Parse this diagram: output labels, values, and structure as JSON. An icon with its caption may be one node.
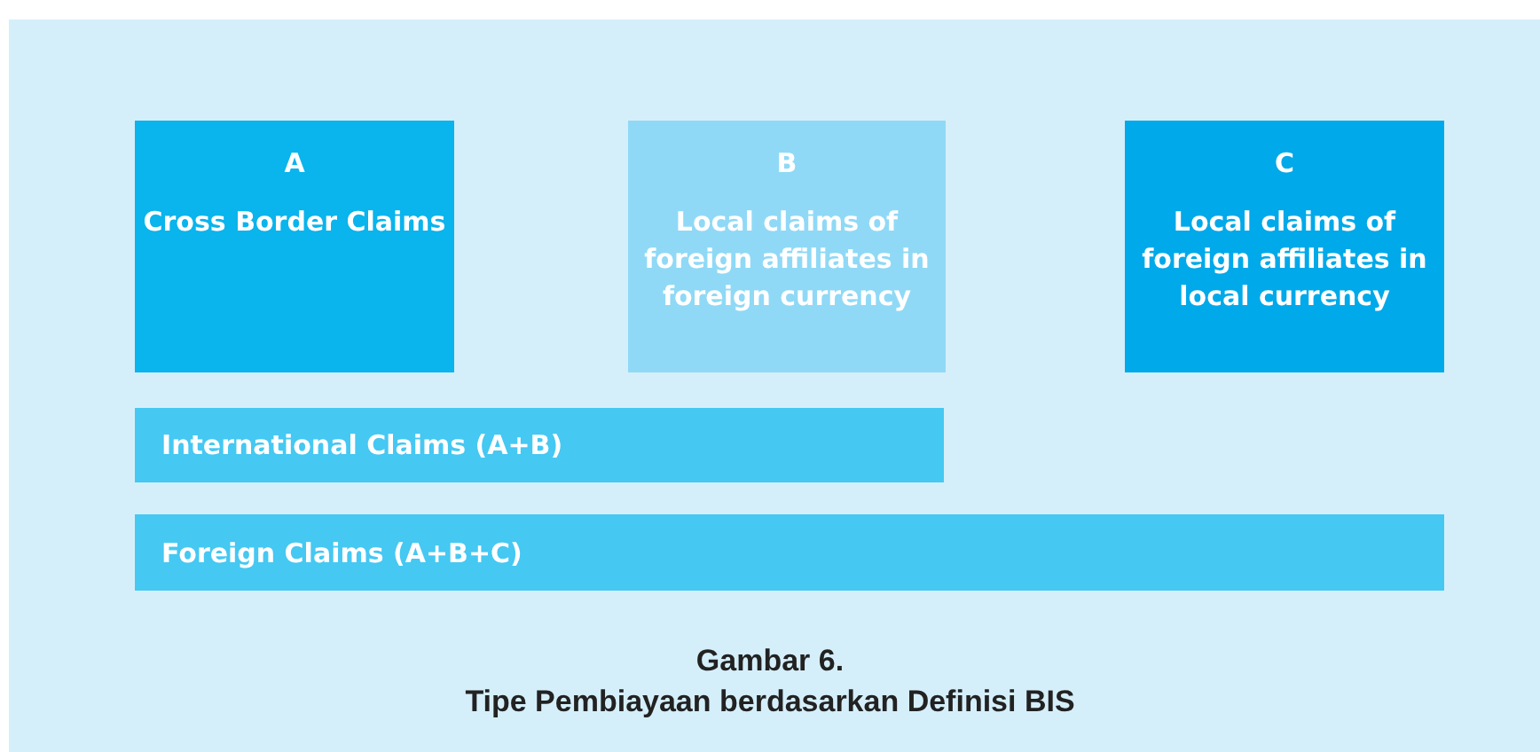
{
  "diagram": {
    "title": "Gambar 6.",
    "caption": "Tipe Pembiayaan berdasarkan Definisi BIS",
    "nodes": [
      {
        "text": [
          "A",
          "Cross Border Claims"
        ]
      },
      {
        "text": [
          "B",
          "Local claims of foreign affiliates in foreign currency"
        ]
      },
      {
        "text": [
          "C",
          "Local claims of foreign affiliates in local currency"
        ]
      },
      {
        "text": [
          "International Claims (A+B)"
        ]
      },
      {
        "text": [
          "Foreign Claims (A+B+C)"
        ]
      }
    ]
  }
}
